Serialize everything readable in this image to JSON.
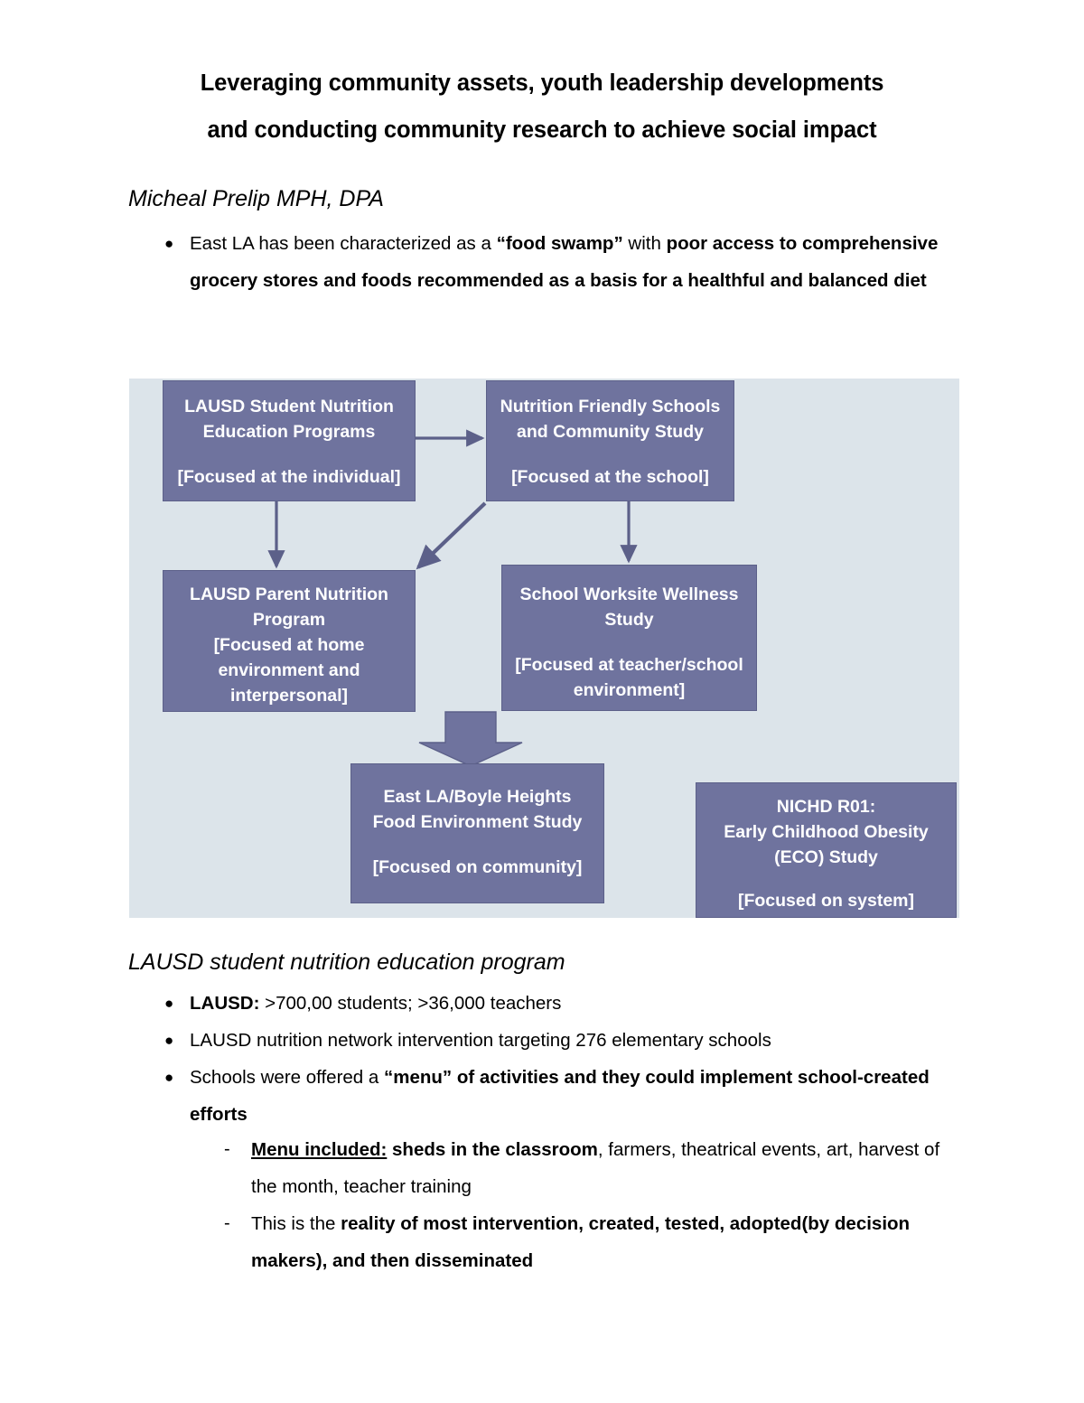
{
  "document": {
    "title_line1": "Leveraging community assets, youth leadership developments",
    "title_line2": "and conducting community research to achieve social impact",
    "author": "Micheal Prelip MPH, DPA",
    "section_heading": "LAUSD student nutrition education program"
  },
  "colors": {
    "box_fill": "#6f739e",
    "box_border": "#5c6089",
    "diagram_background": "#dce4ea",
    "text": "#000000",
    "box_text": "#ffffff"
  },
  "bullets_top": [
    {
      "marker": "●",
      "segments": [
        {
          "text": "East LA has been characterized as a ",
          "bold": false
        },
        {
          "text": "“food swamp”",
          "bold": true
        },
        {
          "text": " with ",
          "bold": false
        },
        {
          "text": "poor access to comprehensive grocery stores and foods recommended as a basis for a healthful and balanced diet",
          "bold": true
        }
      ]
    }
  ],
  "bullets_lausd": [
    {
      "marker": "●",
      "segments": [
        {
          "text": "LAUSD:",
          "bold": true
        },
        {
          "text": " >700,00 students; >36,000 teachers",
          "bold": false
        }
      ]
    },
    {
      "marker": "●",
      "segments": [
        {
          "text": "LAUSD nutrition network intervention targeting 276 elementary schools",
          "bold": false
        }
      ]
    },
    {
      "marker": "●",
      "segments": [
        {
          "text": "Schools were offered a ",
          "bold": false
        },
        {
          "text": "“menu” of activities and they could implement school-created efforts",
          "bold": true
        }
      ]
    }
  ],
  "sub_bullets": [
    {
      "marker": "-",
      "segments": [
        {
          "text": "Menu included:",
          "bold": true,
          "underline": true
        },
        {
          "text": " sheds in the classroom",
          "bold": true
        },
        {
          "text": ", farmers, theatrical events, art, harvest of the month, teacher training",
          "bold": false
        }
      ]
    },
    {
      "marker": "-",
      "segments": [
        {
          "text": "This is the ",
          "bold": false
        },
        {
          "text": "reality of most intervention, created, tested, adopted(by decision makers), and then disseminated",
          "bold": true
        }
      ]
    }
  ],
  "diagram": {
    "boxes": [
      {
        "id": "student",
        "title_lines": [
          "LAUSD Student Nutrition",
          "Education Programs"
        ],
        "focus": "[Focused at the individual]"
      },
      {
        "id": "nfs",
        "title_lines": [
          "Nutrition Friendly Schools",
          "and Community Study"
        ],
        "focus": "[Focused at the school]"
      },
      {
        "id": "parent",
        "title_lines": [
          "LAUSD Parent Nutrition",
          "Program"
        ],
        "focus": "[Focused at home environment and interpersonal]"
      },
      {
        "id": "worksite",
        "title_lines": [
          "School Worksite Wellness",
          "Study"
        ],
        "focus": "[Focused at teacher/school environment]"
      },
      {
        "id": "eastla",
        "title_lines": [
          "East LA/Boyle Heights",
          "Food Environment Study"
        ],
        "focus": "[Focused on community]"
      },
      {
        "id": "nichd",
        "title_lines": [
          "NICHD R01:",
          "Early Childhood Obesity",
          "(ECO) Study"
        ],
        "focus": "[Focused on system]"
      }
    ],
    "connections": [
      {
        "from": "student",
        "to": "nfs",
        "kind": "horizontal-arrow"
      },
      {
        "from": "student",
        "to": "parent",
        "kind": "vertical-arrow"
      },
      {
        "from": "nfs",
        "to": "parent",
        "kind": "diagonal-arrow"
      },
      {
        "from": "nfs",
        "to": "worksite",
        "kind": "vertical-arrow"
      },
      {
        "from": "parent",
        "to": "eastla",
        "kind": "block-arrow-down"
      }
    ]
  }
}
